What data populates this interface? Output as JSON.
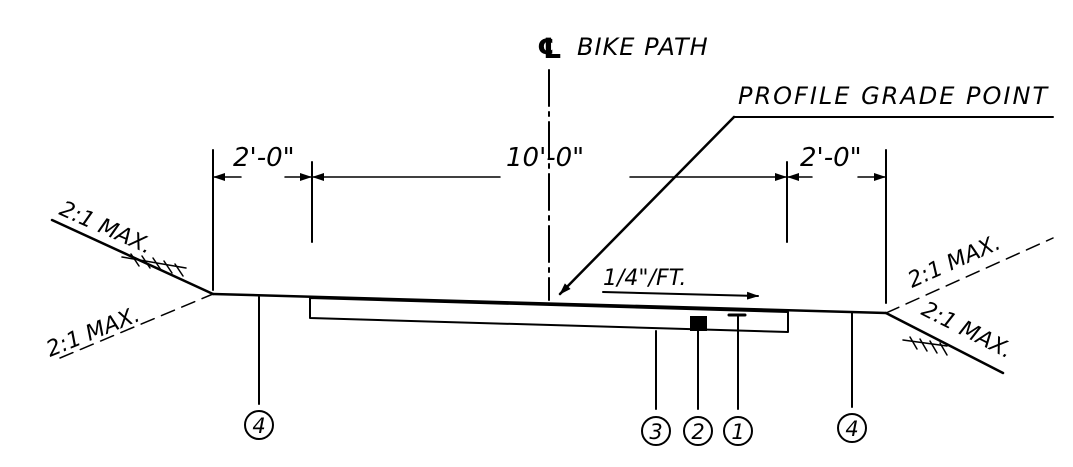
{
  "centerline": {
    "symbol": "℄",
    "label": "BIKE PATH"
  },
  "callout": {
    "label": "PROFILE GRADE POINT"
  },
  "dimensions": {
    "left_shoulder": "2'-0\"",
    "path_width": "10'-0\"",
    "right_shoulder": "2'-0\""
  },
  "cross_slope": {
    "label": "1/4\"/FT."
  },
  "slopes": {
    "upper_left": "2:1 MAX.",
    "lower_left": "2:1 MAX.",
    "upper_right": "2:1 MAX.",
    "lower_right": "2:1 MAX."
  },
  "markers": [
    {
      "number": "4"
    },
    {
      "number": "3"
    },
    {
      "number": "2"
    },
    {
      "number": "1"
    },
    {
      "number": "4"
    }
  ]
}
